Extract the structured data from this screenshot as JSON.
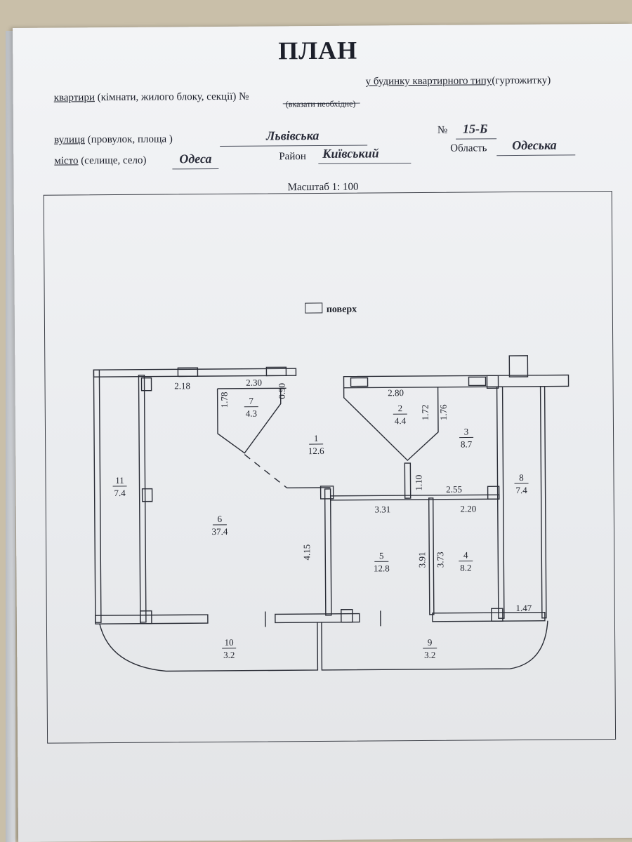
{
  "header": {
    "title": "ПЛАН",
    "line1_a": "квартири",
    "line1_b": " (кімнати, жилого блоку, секції) №",
    "line1_c": "у будинку квартирного типу",
    "line1_d": "(гуртожитку)",
    "hint": "(вказати необхідне)",
    "street_label_a": "вулиця",
    "street_label_b": " (провулок,  площа )",
    "street_value": "Львівська",
    "number_label": "№",
    "number_value": "15-Б",
    "city_label_a": "місто",
    "city_label_b": " (селище, село)",
    "city_value": "Одеса",
    "district_label": "Район",
    "district_value": "Київський",
    "region_label": "Область",
    "region_value": "Одеська",
    "scale": "Масштаб 1: 100"
  },
  "plan": {
    "floor_label": "поверх",
    "rooms": [
      {
        "id": "1",
        "area": "12.6"
      },
      {
        "id": "2",
        "area": "4.4"
      },
      {
        "id": "3",
        "area": "8.7"
      },
      {
        "id": "4",
        "area": "8.2"
      },
      {
        "id": "5",
        "area": "12.8"
      },
      {
        "id": "6",
        "area": "37.4"
      },
      {
        "id": "7",
        "area": "4.3"
      },
      {
        "id": "8",
        "area": "7.4"
      },
      {
        "id": "9",
        "area": "3.2"
      },
      {
        "id": "10",
        "area": "3.2"
      },
      {
        "id": "11",
        "area": "7.4"
      }
    ],
    "dimensions": {
      "d_2_18": "2.18",
      "d_2_30": "2.30",
      "d_1_78": "1.78",
      "d_0_90": "0.90",
      "d_2_80": "2.80",
      "d_1_72": "1.72",
      "d_1_76": "1.76",
      "d_1_10": "1.10",
      "d_2_55": "2.55",
      "d_3_31": "3.31",
      "d_2_20": "2.20",
      "d_4_15": "4.15",
      "d_3_91": "3.91",
      "d_3_73": "3.73",
      "d_1_47": "1.47"
    }
  }
}
